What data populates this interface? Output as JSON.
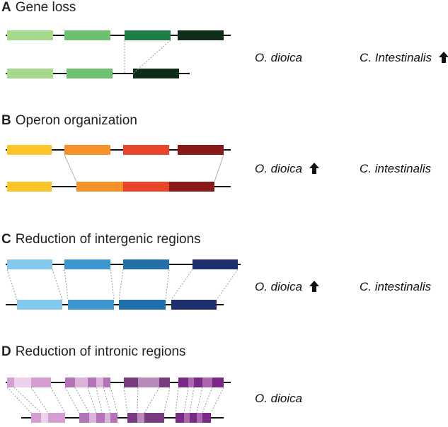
{
  "panels": [
    {
      "letter": "A",
      "title": "Gene loss",
      "species_left": "O. dioica",
      "species_right": "C. Intestinalis",
      "arrow_on": "right",
      "colors": [
        "#a6d98b",
        "#6cc070",
        "#1e7d46",
        "#0e2e1a"
      ]
    },
    {
      "letter": "B",
      "title": "Operon organization",
      "species_left": "O. dioica",
      "species_right": "C. intestinalis",
      "arrow_on": "left",
      "colors": [
        "#fcc42a",
        "#f5922c",
        "#e8452a",
        "#8a1a1a"
      ]
    },
    {
      "letter": "C",
      "title": "Reduction of intergenic regions",
      "species_left": "O. dioica",
      "species_right": "C. intestinalis",
      "arrow_on": "left",
      "colors": [
        "#84c8ec",
        "#3d96cf",
        "#2070aa",
        "#1e2f6e"
      ]
    },
    {
      "letter": "D",
      "title": "Reduction of intronic regions",
      "species_left": "O. dioica",
      "species_right": "",
      "arrow_on": "none",
      "colors": [
        "#d49ed0",
        "#b274b6",
        "#7a3a80",
        "#7a2a86"
      ]
    }
  ]
}
